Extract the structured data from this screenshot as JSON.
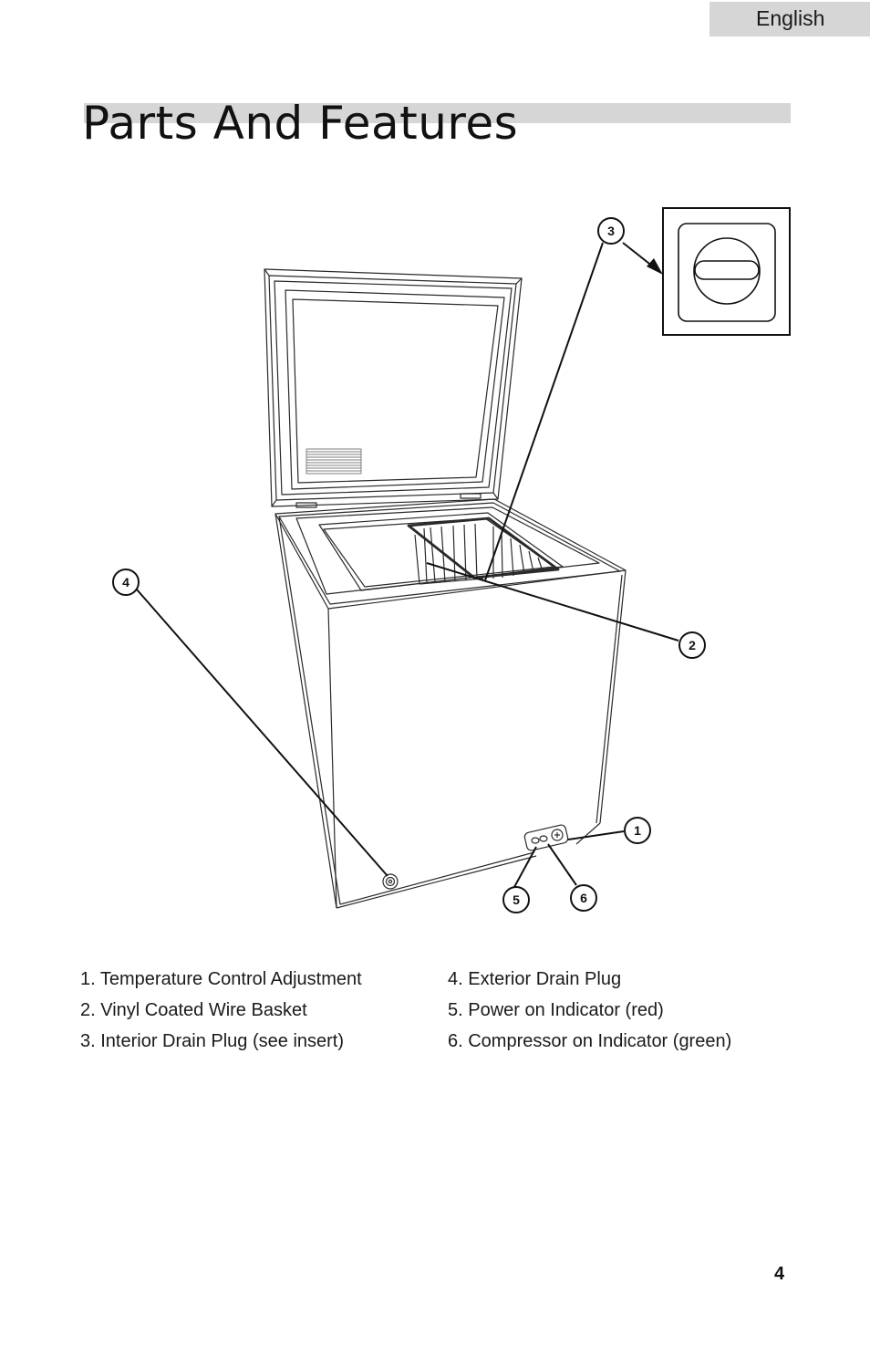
{
  "header": {
    "language": "English",
    "title": "Parts And Features"
  },
  "figure": {
    "callouts": [
      "1",
      "2",
      "3",
      "4",
      "5",
      "6"
    ]
  },
  "parts": {
    "left": [
      "1. Temperature Control Adjustment",
      "2. Vinyl Coated Wire Basket",
      "3. Interior Drain Plug (see insert)"
    ],
    "right": [
      "4. Exterior Drain Plug",
      "5. Power on Indicator (red)",
      "6. Compressor on Indicator (green)"
    ]
  },
  "footer": {
    "page_number": "4"
  }
}
